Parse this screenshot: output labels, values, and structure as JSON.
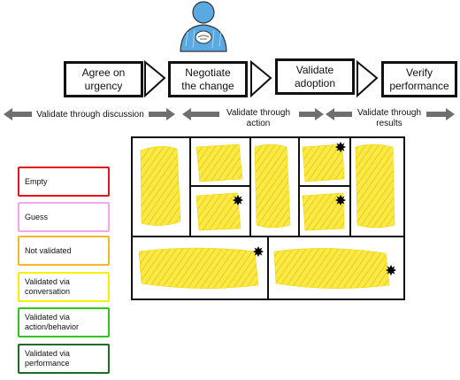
{
  "steps": [
    {
      "label": "Agree on\nurgency"
    },
    {
      "label": "Negotiate\nthe change"
    },
    {
      "label": "Validate\nadoption"
    },
    {
      "label": "Verify\nperformance"
    }
  ],
  "validations": [
    {
      "label": "Validate through discussion"
    },
    {
      "label": "Validate through\naction"
    },
    {
      "label": "Validate through\nresults"
    }
  ],
  "legend": [
    {
      "label": "Empty",
      "color": "#e8141c"
    },
    {
      "label": "Guess",
      "color": "#f4a6e8"
    },
    {
      "label": "Not validated",
      "color": "#f5b829"
    },
    {
      "label": "Validated via\nconversation",
      "color": "#f7f000"
    },
    {
      "label": "Validated via\naction/behavior",
      "color": "#35c41f"
    },
    {
      "label": "Validated via\nperformance",
      "color": "#1e6b2a"
    }
  ],
  "colors": {
    "scribble": "#f7e51e",
    "arrow": "#6f6f6f",
    "person": "#59a9e3"
  }
}
